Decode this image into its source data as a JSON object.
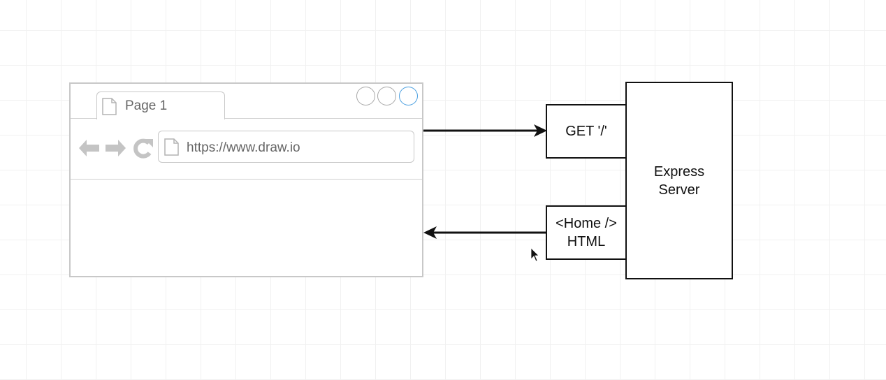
{
  "browser": {
    "tab_label": "Page 1",
    "url": "https://www.draw.io",
    "icons": [
      "back-arrow-icon",
      "forward-arrow-icon",
      "reload-icon",
      "page-icon"
    ]
  },
  "diagram": {
    "request_label": "GET '/'",
    "response_label_line1": "<Home />",
    "response_label_line2": "HTML",
    "server_label_line1": "Express",
    "server_label_line2": "Server"
  },
  "colors": {
    "mockup_gray": "#c8c8c8",
    "icon_gray": "#c4c4c4",
    "accent_blue": "#4a9fe0",
    "line_black": "#111111"
  }
}
